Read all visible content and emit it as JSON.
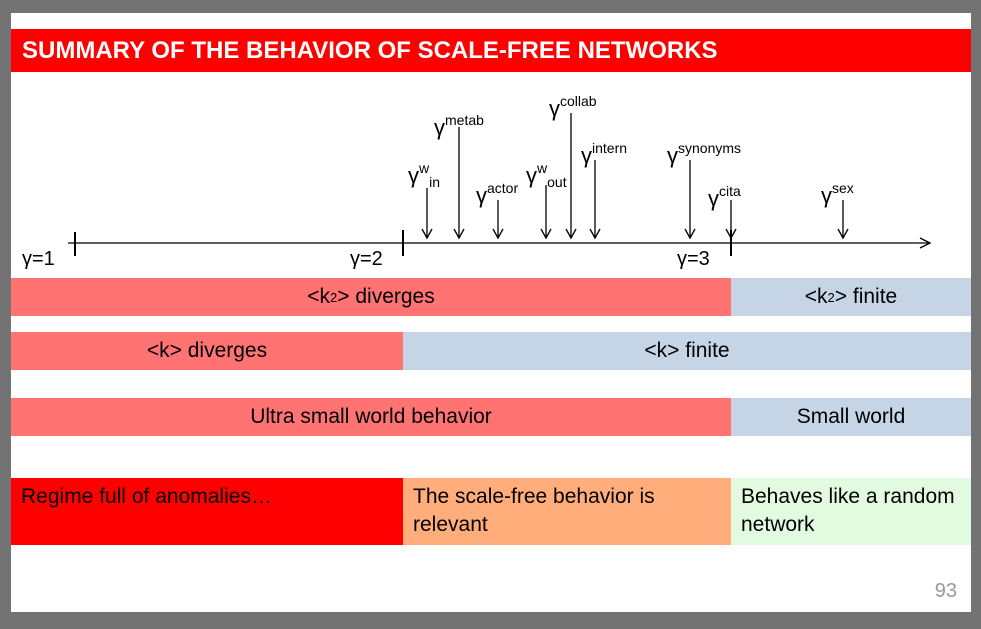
{
  "title": "SUMMARY OF THE BEHAVIOR OF SCALE-FREE NETWORKS",
  "axis_labels": {
    "g1": "γ=1",
    "g2": "γ=2",
    "g3": "γ=3"
  },
  "gamma": {
    "sym": "γ",
    "win": {
      "sup": "w",
      "sub": "in"
    },
    "metab": "metab",
    "actor": "actor",
    "wout": {
      "sup": "w",
      "sub": "out"
    },
    "collab": "collab",
    "intern": "intern",
    "synonyms": "synonyms",
    "cita": "cita",
    "sex": "sex"
  },
  "rows": {
    "k2_diverges_pre": "<k",
    "k2_sup": "2",
    "k2_diverges_post": "> diverges",
    "k2_finite_post": "> finite",
    "k_diverges": "<k> diverges",
    "k_finite": "<k> finite",
    "ultra_small": "Ultra small world behavior",
    "small_world": "Small world"
  },
  "regimes": {
    "anomalies": "Regime full of anomalies…",
    "scale_free": "The scale-free behavior is relevant",
    "random": "Behaves like a random network"
  },
  "page_number": "93",
  "colors": {
    "red": "#ff0000",
    "light_red": "#ff7373",
    "blue": "#c5d5e6",
    "orange": "#ffad7a",
    "green": "#e2fbe0"
  }
}
